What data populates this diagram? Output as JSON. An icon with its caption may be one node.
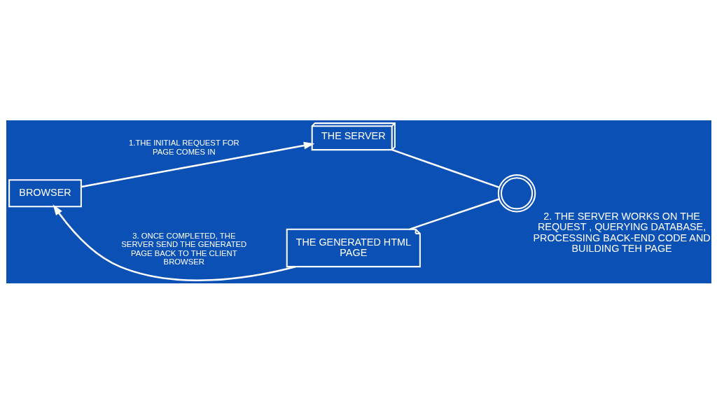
{
  "diagram": {
    "nodes": [
      {
        "text": [
          "BROWSER"
        ]
      },
      {
        "text": [
          "THE SERVER"
        ]
      },
      {
        "text": [],
        "shape": "gear",
        "beside": [
          "2. THE SERVER WORKS ON THE REQUEST , QUERYING DATABASE, PROCESSING BACK-END CODE AND BUILDING TEH PAGE"
        ]
      },
      {
        "text": [
          "THE GENERATED HTML PAGE"
        ]
      }
    ],
    "edges": [
      {
        "from": 0,
        "to": 1,
        "arrow": "to",
        "label": "1.THE INITIAL REQUEST FOR PAGE COMES IN"
      },
      {
        "from": 1,
        "to": 2,
        "arrow": "none"
      },
      {
        "from": 2,
        "to": 3,
        "arrow": "none"
      },
      {
        "from": 3,
        "to": 0,
        "arrow": "to",
        "label": "3. ONCE COMPLETED, THE SERVER SEND THE GENERATED PAGE BACK TO THE CLIENT BROWSER"
      }
    ]
  }
}
